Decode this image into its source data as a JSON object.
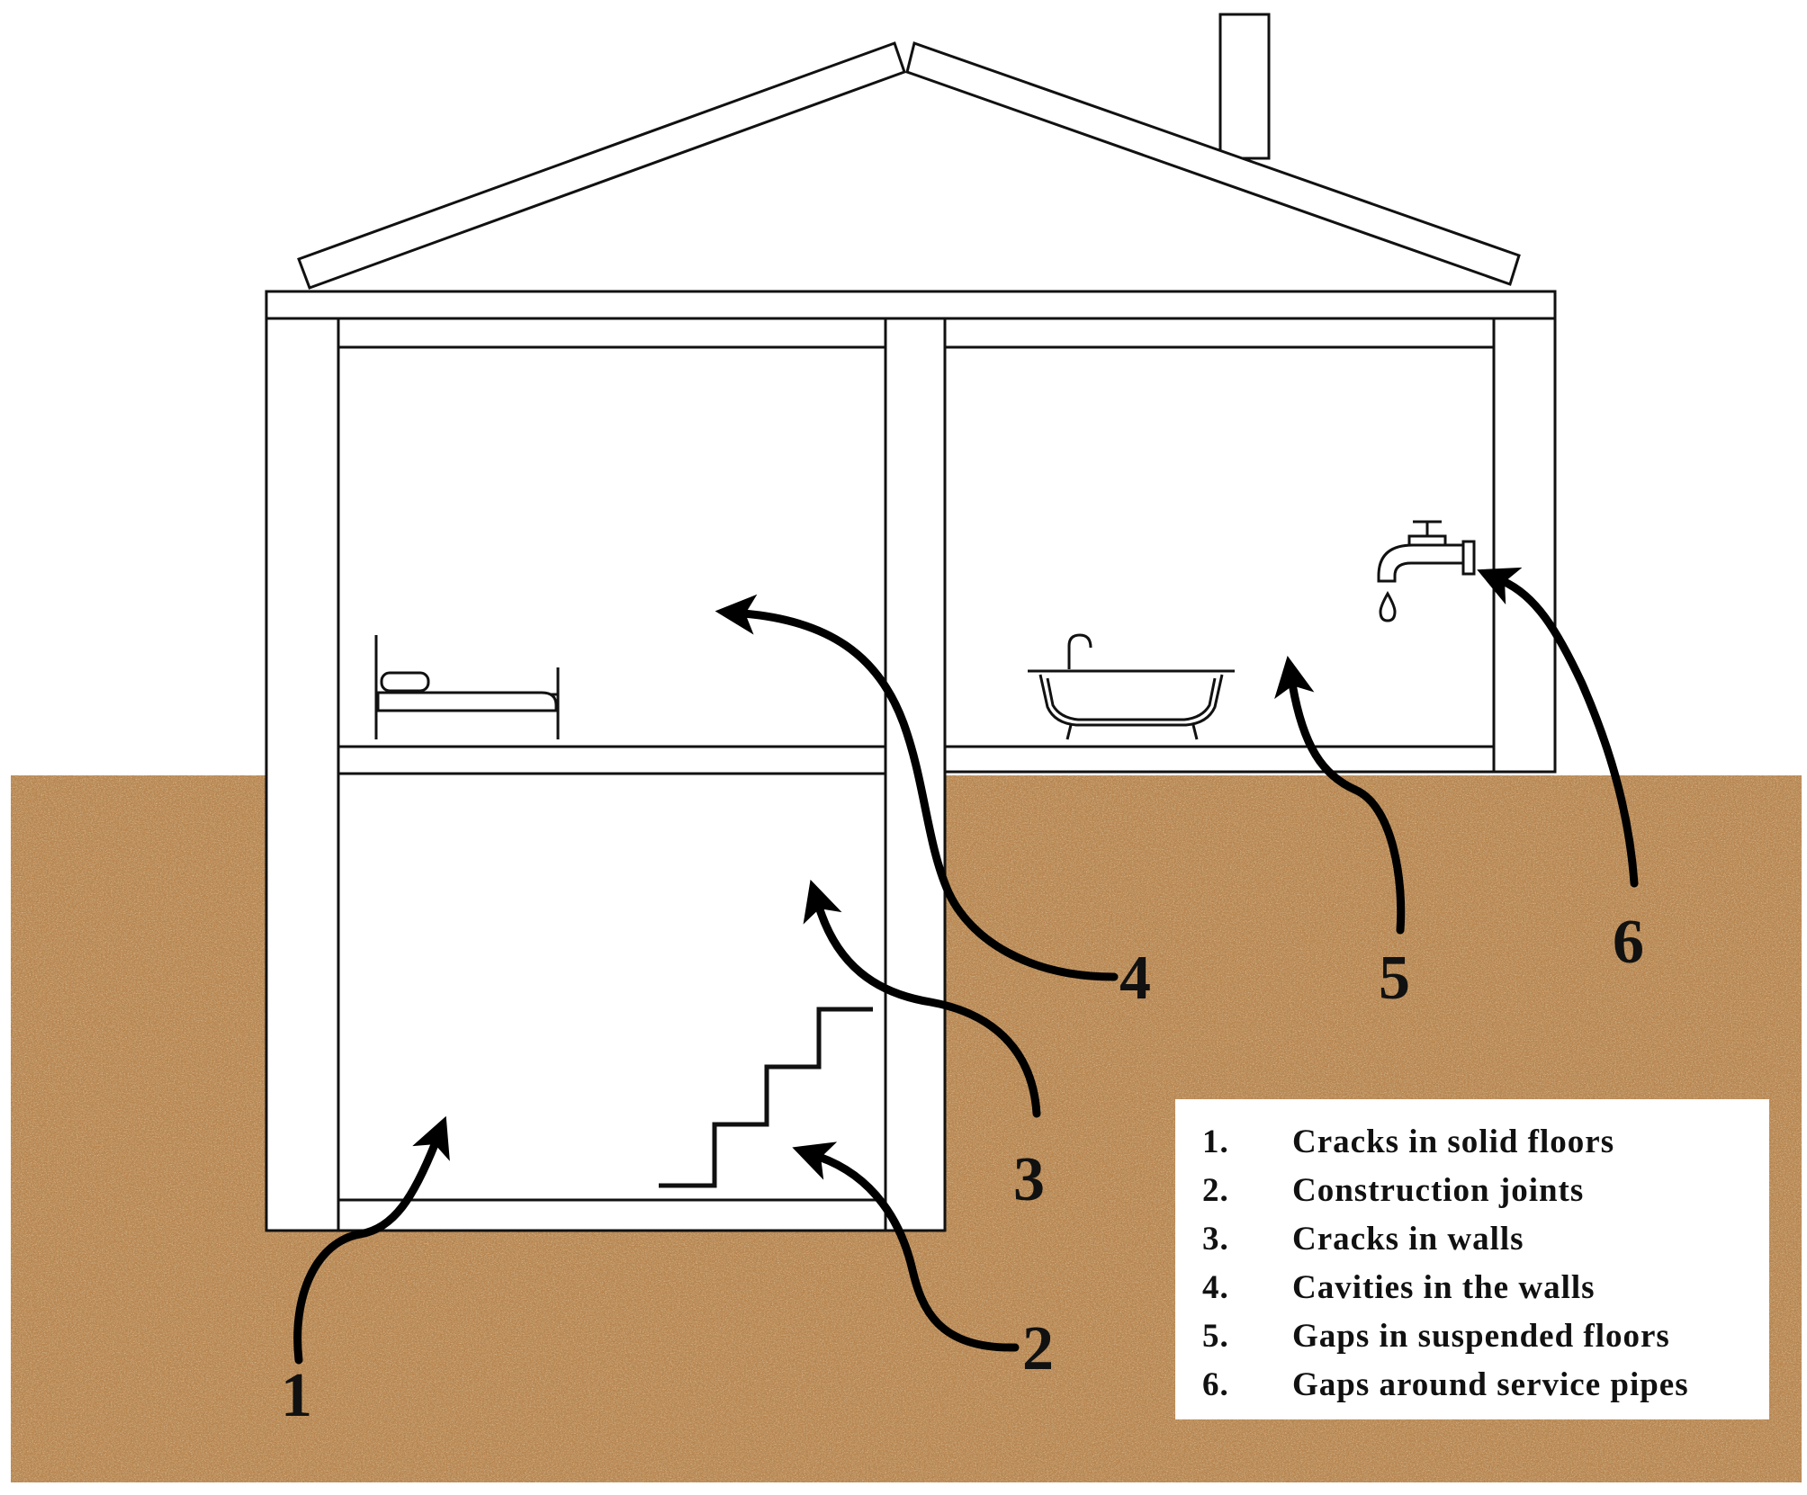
{
  "colors": {
    "soil": "#b7834c",
    "soil_dark": "#8a5a2c",
    "soil_light": "#d8ab74",
    "outline": "#111111",
    "arrow": "#000000"
  },
  "icons": [
    "bed-icon",
    "bathtub-icon",
    "faucet-icon",
    "water-drop-icon",
    "staircase-icon",
    "chimney-icon"
  ],
  "entry_points": [
    {
      "number": "1",
      "label": "Cracks in solid floors"
    },
    {
      "number": "2",
      "label": "Construction joints"
    },
    {
      "number": "3",
      "label": "Cracks in walls"
    },
    {
      "number": "4",
      "label": "Cavities in the walls"
    },
    {
      "number": "5",
      "label": "Gaps in suspended floors"
    },
    {
      "number": "6",
      "label": "Gaps around service pipes"
    }
  ],
  "legend": {
    "items": [
      {
        "num": "1.",
        "text": "Cracks in solid floors"
      },
      {
        "num": "2.",
        "text": "Construction joints"
      },
      {
        "num": "3.",
        "text": "Cracks in walls"
      },
      {
        "num": "4.",
        "text": "Cavities in the walls"
      },
      {
        "num": "5.",
        "text": "Gaps in suspended floors"
      },
      {
        "num": "6.",
        "text": "Gaps around service pipes"
      }
    ]
  }
}
